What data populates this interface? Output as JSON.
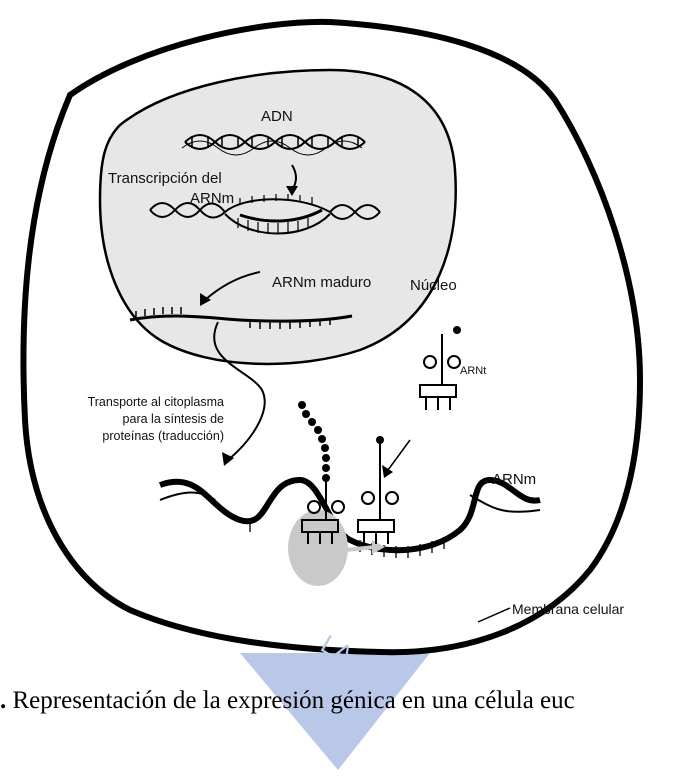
{
  "labels": {
    "adn": "ADN",
    "transcription": "Transcripción del",
    "transcription_2": "ARNm",
    "mature_mrna": "ARNm maduro",
    "nucleus": "Núcleo",
    "transport_1": "Transporte al citoplasma",
    "transport_2": "para la síntesis de",
    "transport_3": "proteínas (traducción)",
    "trna": "ARNt",
    "mrna": "ARNm",
    "membrane": "Membrana celular"
  },
  "caption": {
    "prefix": ".",
    "text": " Representación de la expresión génica en una célula euc"
  },
  "watermark_letters": "LA",
  "colors": {
    "nucleus_fill": "#e7e7e7",
    "ribosome": "#c9c9c9",
    "watermark": "#b9c8e8",
    "ink": "#000000"
  }
}
